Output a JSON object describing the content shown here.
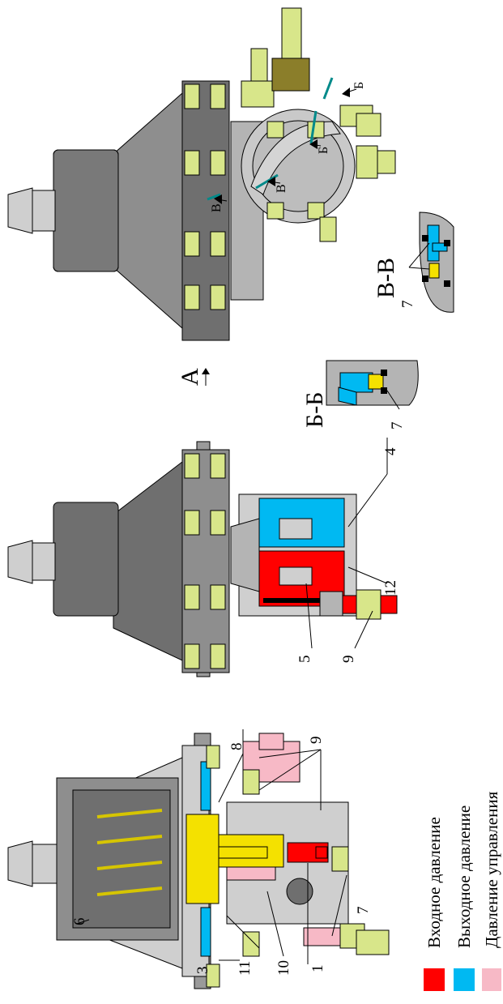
{
  "labels": {
    "n1": "1",
    "n3": "3",
    "n4": "4",
    "n5": "5",
    "n6": "6",
    "n7a": "7",
    "n7b": "7",
    "n7c": "7",
    "n8": "8",
    "n9a": "9",
    "n9b": "9",
    "n10": "10",
    "n11": "11",
    "n12": "12"
  },
  "sections": {
    "view_a": "А",
    "bb": "Б-Б",
    "vv": "В-В"
  },
  "cut_marks": {
    "b1": "Б",
    "b2": "Б",
    "v1": "В",
    "v2": "В"
  },
  "legend": [
    {
      "text": "Входное давление",
      "color": "#ff0000"
    },
    {
      "text": "Выходное давление",
      "color": "#00b9f2"
    },
    {
      "text": "Давление управления",
      "color": "#f7b9c6"
    }
  ]
}
